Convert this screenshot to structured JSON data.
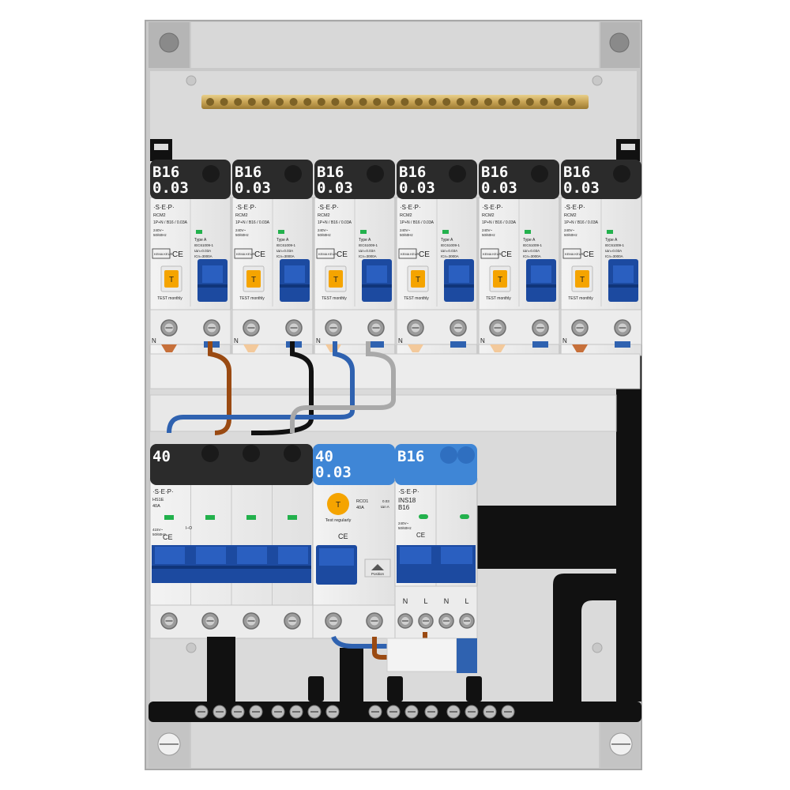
{
  "top_row": {
    "modules": [
      {
        "rating": "B16",
        "sensitivity": "0.03",
        "brand": "·S·E·P·",
        "model": "RCM2",
        "poles_rating": "1P+N / B16 / 0.03A",
        "voltage": "240V~",
        "frequency": "50/60Hz",
        "type": "Type A",
        "standard": "IEC61009-1",
        "idn": "IΔn=0.03A",
        "icn": "ICn=3000A",
        "test_label": "TEST monthly",
        "test_button": "T",
        "neutral_mark": "N",
        "cert_mark": "KEMA KEUR",
        "ce_mark": "CE"
      },
      {
        "rating": "B16",
        "sensitivity": "0.03",
        "brand": "·S·E·P·",
        "model": "RCM2",
        "poles_rating": "1P+N / B16 / 0.03A",
        "voltage": "240V~",
        "frequency": "50/60Hz",
        "type": "Type A",
        "standard": "IEC61009-1",
        "idn": "IΔn=0.03A",
        "icn": "ICn=3000A",
        "test_label": "TEST monthly",
        "test_button": "T",
        "neutral_mark": "N",
        "cert_mark": "KEMA KEUR",
        "ce_mark": "CE"
      },
      {
        "rating": "B16",
        "sensitivity": "0.03",
        "brand": "·S·E·P·",
        "model": "RCM2",
        "poles_rating": "1P+N / B16 / 0.03A",
        "voltage": "240V~",
        "frequency": "50/60Hz",
        "type": "Type A",
        "standard": "IEC61009-1",
        "idn": "IΔn=0.03A",
        "icn": "ICn=3000A",
        "test_label": "TEST monthly",
        "test_button": "T",
        "neutral_mark": "N",
        "cert_mark": "KEMA KEUR",
        "ce_mark": "CE"
      },
      {
        "rating": "B16",
        "sensitivity": "0.03",
        "brand": "·S·E·P·",
        "model": "RCM2",
        "poles_rating": "1P+N / B16 / 0.03A",
        "voltage": "240V~",
        "frequency": "50/60Hz",
        "type": "Type A",
        "standard": "IEC61009-1",
        "idn": "IΔn=0.03A",
        "icn": "ICn=3000A",
        "test_label": "TEST monthly",
        "test_button": "T",
        "neutral_mark": "N",
        "cert_mark": "KEMA KEUR",
        "ce_mark": "CE"
      },
      {
        "rating": "B16",
        "sensitivity": "0.03",
        "brand": "·S·E·P·",
        "model": "RCM2",
        "poles_rating": "1P+N / B16 / 0.03A",
        "voltage": "240V~",
        "frequency": "50/60Hz",
        "type": "Type A",
        "standard": "IEC61009-1",
        "idn": "IΔn=0.03A",
        "icn": "ICn=3000A",
        "test_label": "TEST monthly",
        "test_button": "T",
        "neutral_mark": "N",
        "cert_mark": "KEMA KEUR",
        "ce_mark": "CE"
      },
      {
        "rating": "B16",
        "sensitivity": "0.03",
        "brand": "·S·E·P·",
        "model": "RCM2",
        "poles_rating": "1P+N / B16 / 0.03A",
        "voltage": "240V~",
        "frequency": "50/60Hz",
        "type": "Type A",
        "standard": "IEC61009-1",
        "idn": "IΔn=0.03A",
        "icn": "ICn=3000A",
        "test_label": "TEST monthly",
        "test_button": "T",
        "neutral_mark": "N",
        "cert_mark": "KEMA KEUR",
        "ce_mark": "CE"
      }
    ]
  },
  "bottom_row": {
    "main_switch": {
      "rating": "40",
      "brand": "·S·E·P·",
      "model": "HS1E",
      "current": "40A",
      "voltage": "415V~",
      "frequency": "50/60Hz",
      "ce_mark": "CE",
      "io_mark": "I–O"
    },
    "rcd": {
      "rating": "40",
      "sensitivity": "0.03",
      "model": "RCO1",
      "current": "40A",
      "test_button": "T",
      "test_label": "Test regularly",
      "ce_mark": "CE",
      "position_label": "Position",
      "spec_1": "0.03",
      "spec_2": "IΔn A"
    },
    "mcb": {
      "rating": "B16",
      "brand": "·S·E·P·",
      "model": "INS18",
      "curve": "B16",
      "voltage": "240V~",
      "frequency": "50/60Hz",
      "ce_mark": "CE",
      "terminal_n": "N",
      "terminal_l": "L"
    }
  },
  "colors": {
    "module_header_black": "#2b2b2b",
    "module_header_blue": "#3f86d6",
    "toggle_blue": "#1c4aa0",
    "test_orange": "#f5a400",
    "wire_brown": "#9a4a12",
    "wire_blue": "#2f62b0",
    "wire_black": "#111111",
    "wire_grey": "#a9a9a9",
    "busbar_brass": "#c8a455",
    "status_green": "#22b14c"
  }
}
